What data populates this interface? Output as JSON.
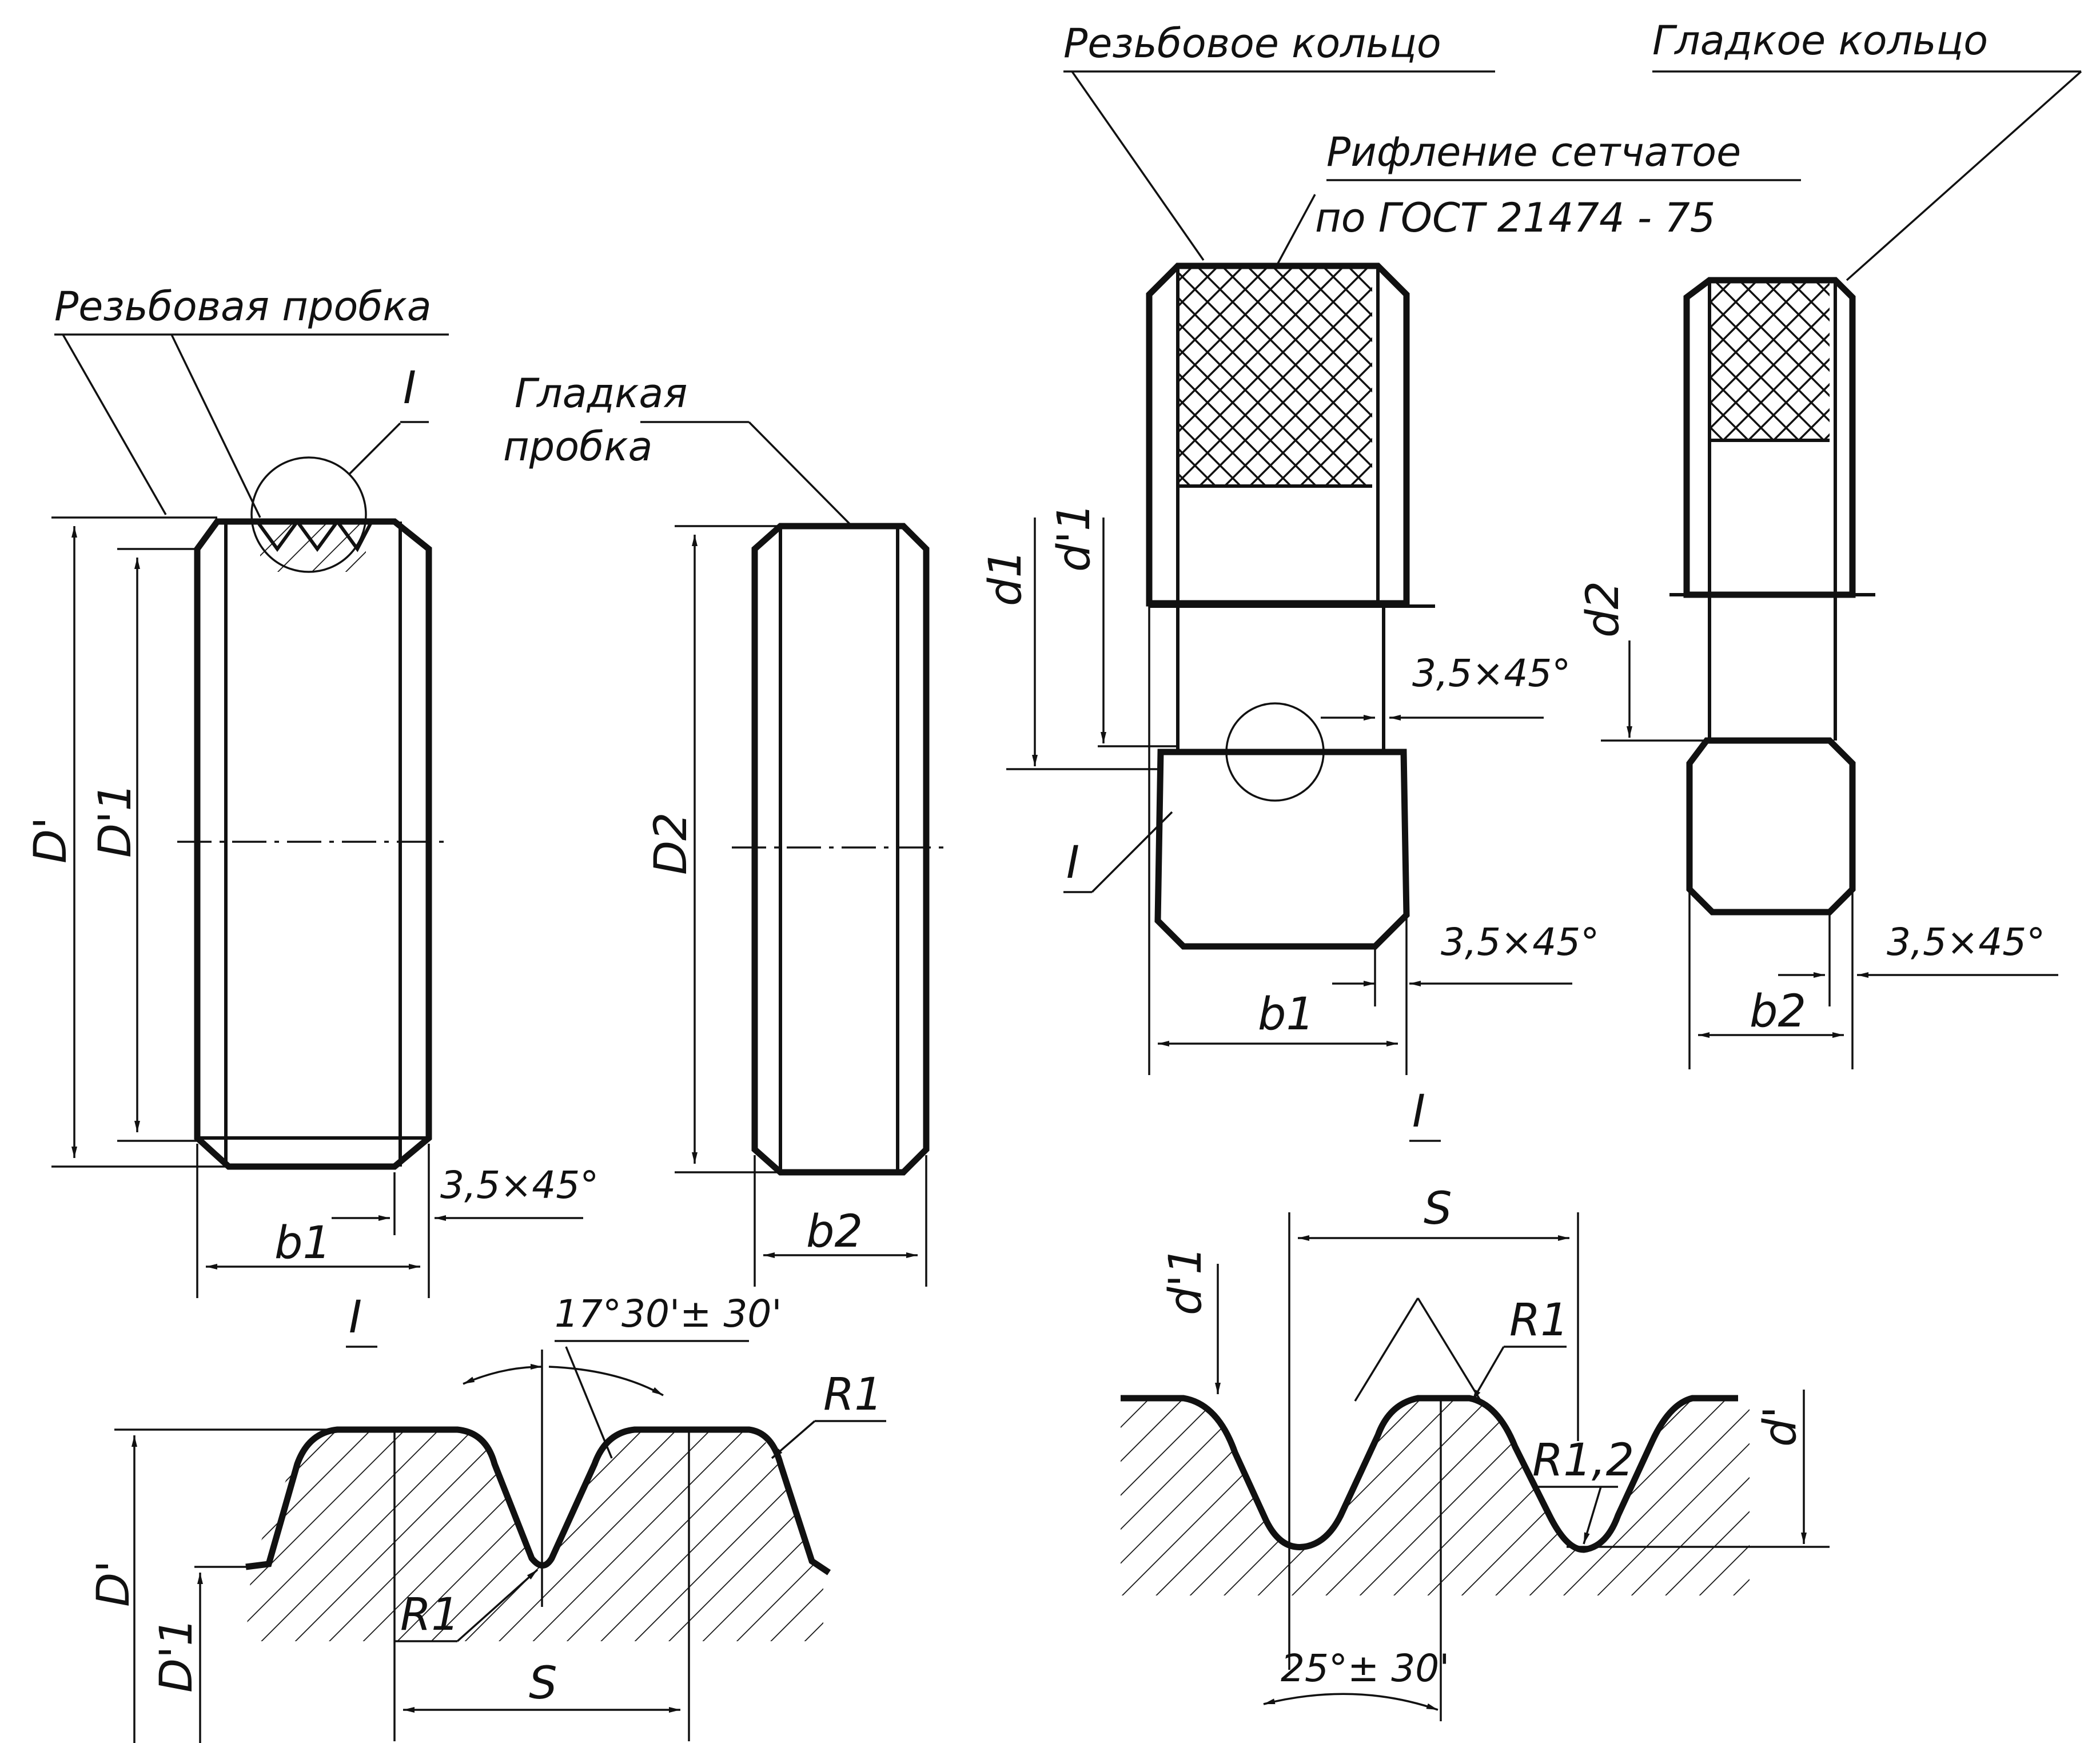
{
  "labels": {
    "thread_plug": "Резьбовая пробка",
    "smooth_plug_line1": "Гладкая",
    "smooth_plug_line2": "пробка",
    "thread_ring": "Резьбовое кольцо",
    "smooth_ring": "Гладкое кольцо",
    "knurl_line1": "Рифление сетчатое",
    "knurl_line2": "по ГОСТ 21474 - 75"
  },
  "dimensions": {
    "D_prime": "D'",
    "D1_prime": "D'1",
    "D2": "D2",
    "d1": "d1",
    "d1_prime": "d'1",
    "d2": "d2",
    "d_prime": "d'",
    "b1": "b1",
    "b2": "b2",
    "chamfer": "3,5×45°",
    "S": "S",
    "R1": "R1",
    "R1_2": "R1,2",
    "angle_plug": "17°30'± 30'",
    "angle_ring": "25°± 30'",
    "detail": "I"
  },
  "colors": {
    "ink": "#111111",
    "paper": "#ffffff"
  }
}
